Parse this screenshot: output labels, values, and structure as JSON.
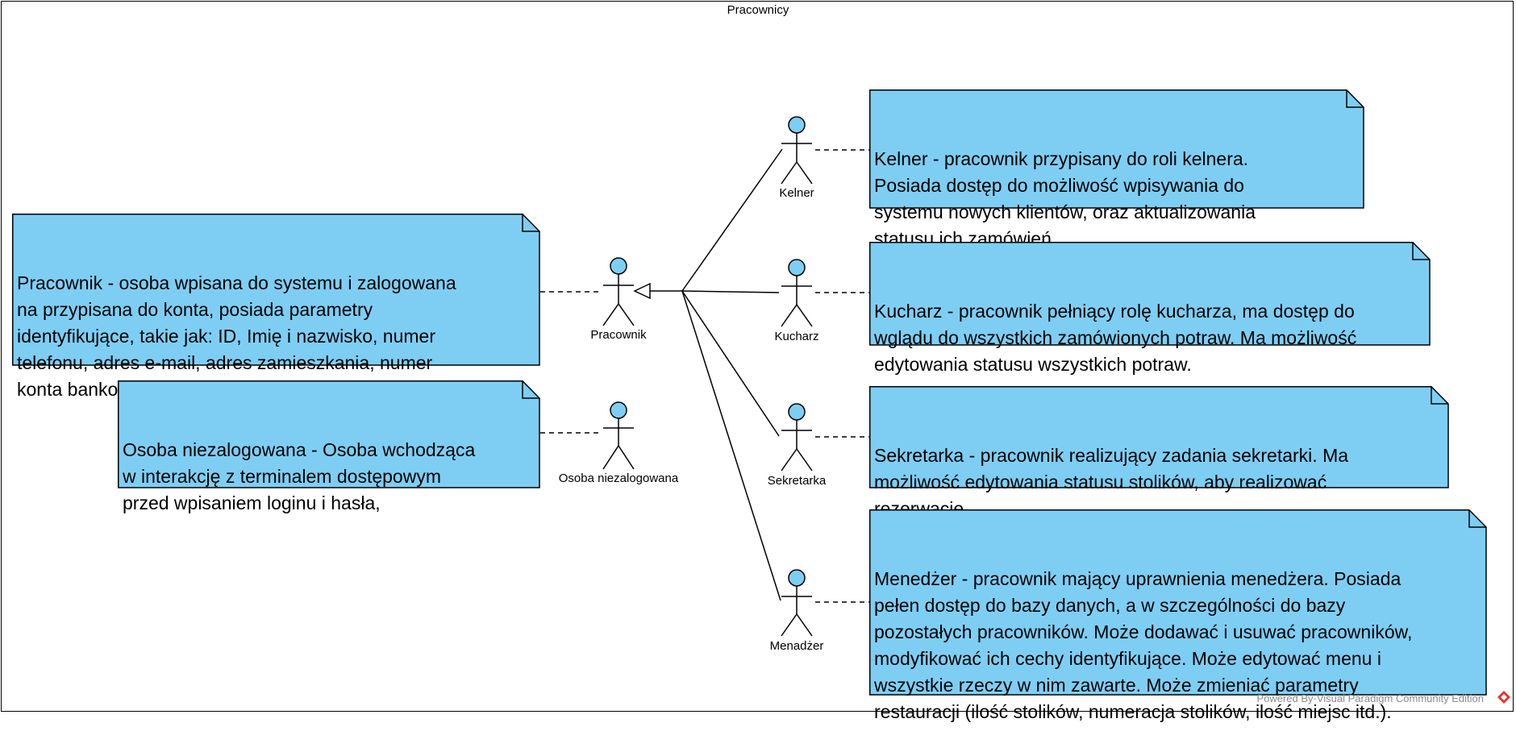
{
  "diagram": {
    "title": "Pracownicy",
    "watermark": "Powered By·Visual Paradigm Community Edition",
    "colors": {
      "note_fill": "#7ECEF4",
      "actor_head": "#7ECEF4",
      "line": "#000000"
    }
  },
  "actors": {
    "pracownik": "Pracownik",
    "niezalogowana": "Osoba niezalogowana",
    "kelner": "Kelner",
    "kucharz": "Kucharz",
    "sekretarka": "Sekretarka",
    "menadzer": "Menadżer"
  },
  "notes": {
    "pracownik": "Pracownik - osoba wpisana do systemu i zalogowana\nna przypisana do konta, posiada parametry\nidentyfikujące, takie jak: ID, Imię i nazwisko, numer\ntelefonu, adres e-mail, adres zamieszkania, numer\nkonta bankowego.",
    "niezalogowana": "Osoba niezalogowana - Osoba wchodząca\nw interakcję z terminalem dostępowym\nprzed wpisaniem loginu i hasła,",
    "kelner": "Kelner - pracownik przypisany do roli kelnera.\nPosiada dostęp do możliwość wpisywania do\nsystemu nowych klientów, oraz aktualizowania\nstatusu ich zamówień.",
    "kucharz": "Kucharz - pracownik pełniący rolę kucharza, ma dostęp do\nwglądu do wszystkich zamówionych potraw. Ma możliwość\nedytowania statusu wszystkich potraw.",
    "sekretarka": "Sekretarka - pracownik realizujący zadania sekretarki. Ma\nmożliwość edytowania statusu stolików, aby  realizować\nrezerwacje.",
    "menadzer": "Menedżer - pracownik mający uprawnienia menedżera. Posiada\npełen dostęp do bazy danych, a w szczególności do bazy\npozostałych pracowników. Może dodawać i usuwać pracowników,\nmodyfikować ich cechy identyfikujące. Może edytować menu i\nwszystkie rzeczy w nim zawarte. Może zmieniać parametry\nrestauracji (ilość stolików, numeracja stolików, ilość miejsc itd.)."
  }
}
